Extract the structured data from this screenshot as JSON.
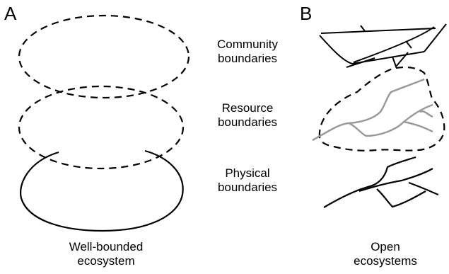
{
  "panels": {
    "a": {
      "label": "A",
      "caption_line1": "Well-bounded",
      "caption_line2": "ecosystem"
    },
    "b": {
      "label": "B",
      "caption_line1": "Open",
      "caption_line2": "ecosystems"
    }
  },
  "rows": [
    {
      "line1": "Community",
      "line2": "boundaries"
    },
    {
      "line1": "Resource",
      "line2": "boundaries"
    },
    {
      "line1": "Physical",
      "line2": "boundaries"
    }
  ],
  "colors": {
    "stroke": "#000000",
    "river": "#999999",
    "background": "#ffffff"
  }
}
